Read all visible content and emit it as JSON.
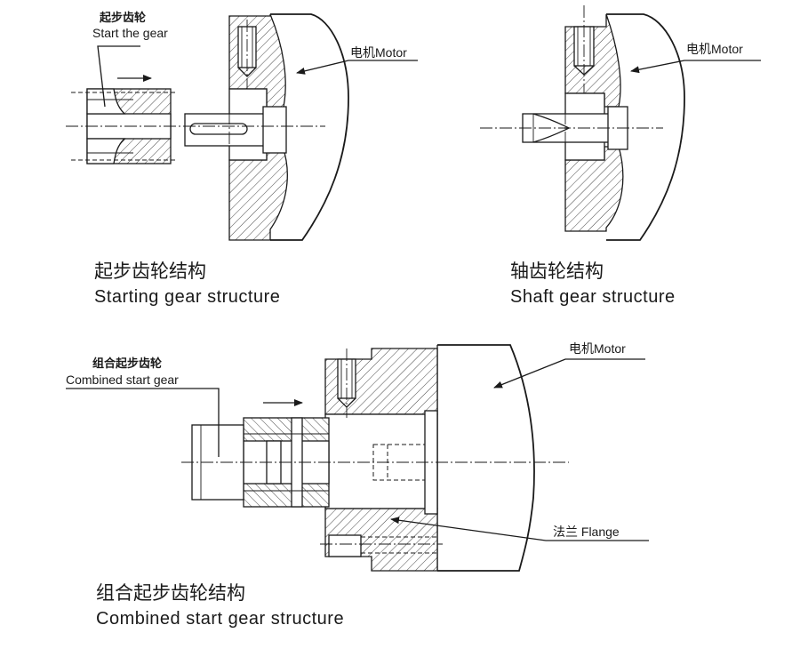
{
  "figures": {
    "starting": {
      "callout_cn": "起步齿轮",
      "callout_en": "Start the gear",
      "motor_label": "电机Motor",
      "caption_cn": "起步齿轮结构",
      "caption_en": "Starting gear structure"
    },
    "shaft": {
      "motor_label": "电机Motor",
      "caption_cn": "轴齿轮结构",
      "caption_en": "Shaft gear structure"
    },
    "combined": {
      "callout_cn": "组合起步齿轮",
      "callout_en": "Combined start gear",
      "motor_label": "电机Motor",
      "flange_label": "法兰 Flange",
      "caption_cn": "组合起步齿轮结构",
      "caption_en": "Combined start gear structure"
    }
  },
  "colors": {
    "ink": "#1a1a1a",
    "background": "#ffffff"
  }
}
